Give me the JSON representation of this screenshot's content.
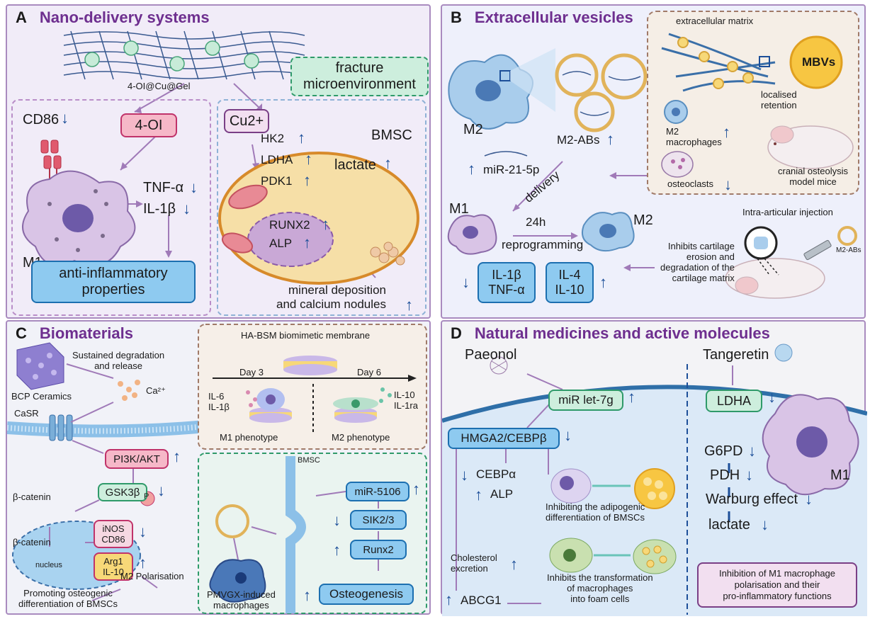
{
  "panelA": {
    "letter": "A",
    "title": "Nano-delivery systems",
    "gel": "4-OI@Cu@Gel",
    "fracture": "fracture\nmicroenvironment",
    "cd86": "CD86",
    "oi": "4-OI",
    "tnf": "TNF-α",
    "il1b": "IL-1β",
    "m1": "M1",
    "antiinf": "anti-inflammatory\nproperties",
    "cu": "Cu2+",
    "bmsc": "BMSC",
    "hk2": "HK2",
    "ldha": "LDHA",
    "pdk1": "PDK1",
    "lactate": "lactate",
    "runx2": "RUNX2",
    "alp": "ALP",
    "mineral": "mineral deposition\nand calcium nodules"
  },
  "panelB": {
    "letter": "B",
    "title": "Extracellular vesicles",
    "m2": "M2",
    "m2abs": "M2-ABs",
    "mir": "miR-21-5p",
    "delivery": "delivery",
    "m1": "M1",
    "h24": "24h",
    "reprog": "reprogramming",
    "m2b": "M2",
    "il1b_tnf": "IL-1β\nTNF-α",
    "il4_il10": "IL-4\nIL-10",
    "ecm": "extracellular matrix",
    "mbvs": "MBVs",
    "retention": "localised\nretention",
    "m2mac": "M2\nmacrophages",
    "osteoclasts": "osteoclasts",
    "cranial": "cranial osteolysis\nmodel mice",
    "intra": "Intra-articular injection",
    "inhibits": "Inhibits cartilage\nerosion and\ndegradation of the\ncartilage matrix",
    "m2abs2": "M2-ABs"
  },
  "panelC": {
    "letter": "C",
    "title": "Biomaterials",
    "sustained": "Sustained degradation\nand release",
    "bcp": "BCP Ceramics",
    "ca": "Ca²⁺",
    "casr": "CaSR",
    "pi3k": "PI3K/AKT",
    "gsk": "GSK3β",
    "p": "P",
    "bcat1": "β-catenin",
    "bcat2": "β-catenin",
    "nucleus": "nucleus",
    "inos": "iNOS\nCD86",
    "arg1": "Arg1\nIL-10",
    "m2pol": "M2 Polarisation",
    "promoting": "Promoting osteogenic\ndifferentiation of BMSCs",
    "ha": "HA-BSM biomimetic membrane",
    "day3": "Day 3",
    "day6": "Day 6",
    "il6": "IL-6\nIL-1β",
    "il10": "IL-10\nIL-1ra",
    "m1ph": "M1 phenotype",
    "m2ph": "M2 phenotype",
    "bmsc": "BMSC",
    "mir5106": "miR-5106",
    "sik": "SIK2/3",
    "runx2": "Runx2",
    "osteo": "Osteogenesis",
    "pmvgx": "PMVGX-induced\nmacrophages"
  },
  "panelD": {
    "letter": "D",
    "title": "Natural medicines and active molecules",
    "paeonol": "Paeonol",
    "mirlet": "miR let-7g",
    "hmga": "HMGA2/CEBPβ",
    "cebpa": "CEBPα",
    "alp": "ALP",
    "adipo": "Inhibiting the adipogenic\ndifferentiation of BMSCs",
    "chol": "Cholesterol\nexcretion",
    "abcg1": "ABCG1",
    "foam": "Inhibits the transformation\nof macrophages\ninto foam cells",
    "tang": "Tangeretin",
    "ldha": "LDHA",
    "g6pd": "G6PD",
    "pdh": "PDH",
    "warburg": "Warburg effect",
    "lactate": "lactate",
    "m1": "M1",
    "inhib": "Inhibition of M1 macrophage\npolarisation and their\npro-inflammatory functions"
  },
  "colors": {
    "title": "#6e2f8f",
    "arrow": "#1d4f99",
    "border": "#a98bbf"
  }
}
